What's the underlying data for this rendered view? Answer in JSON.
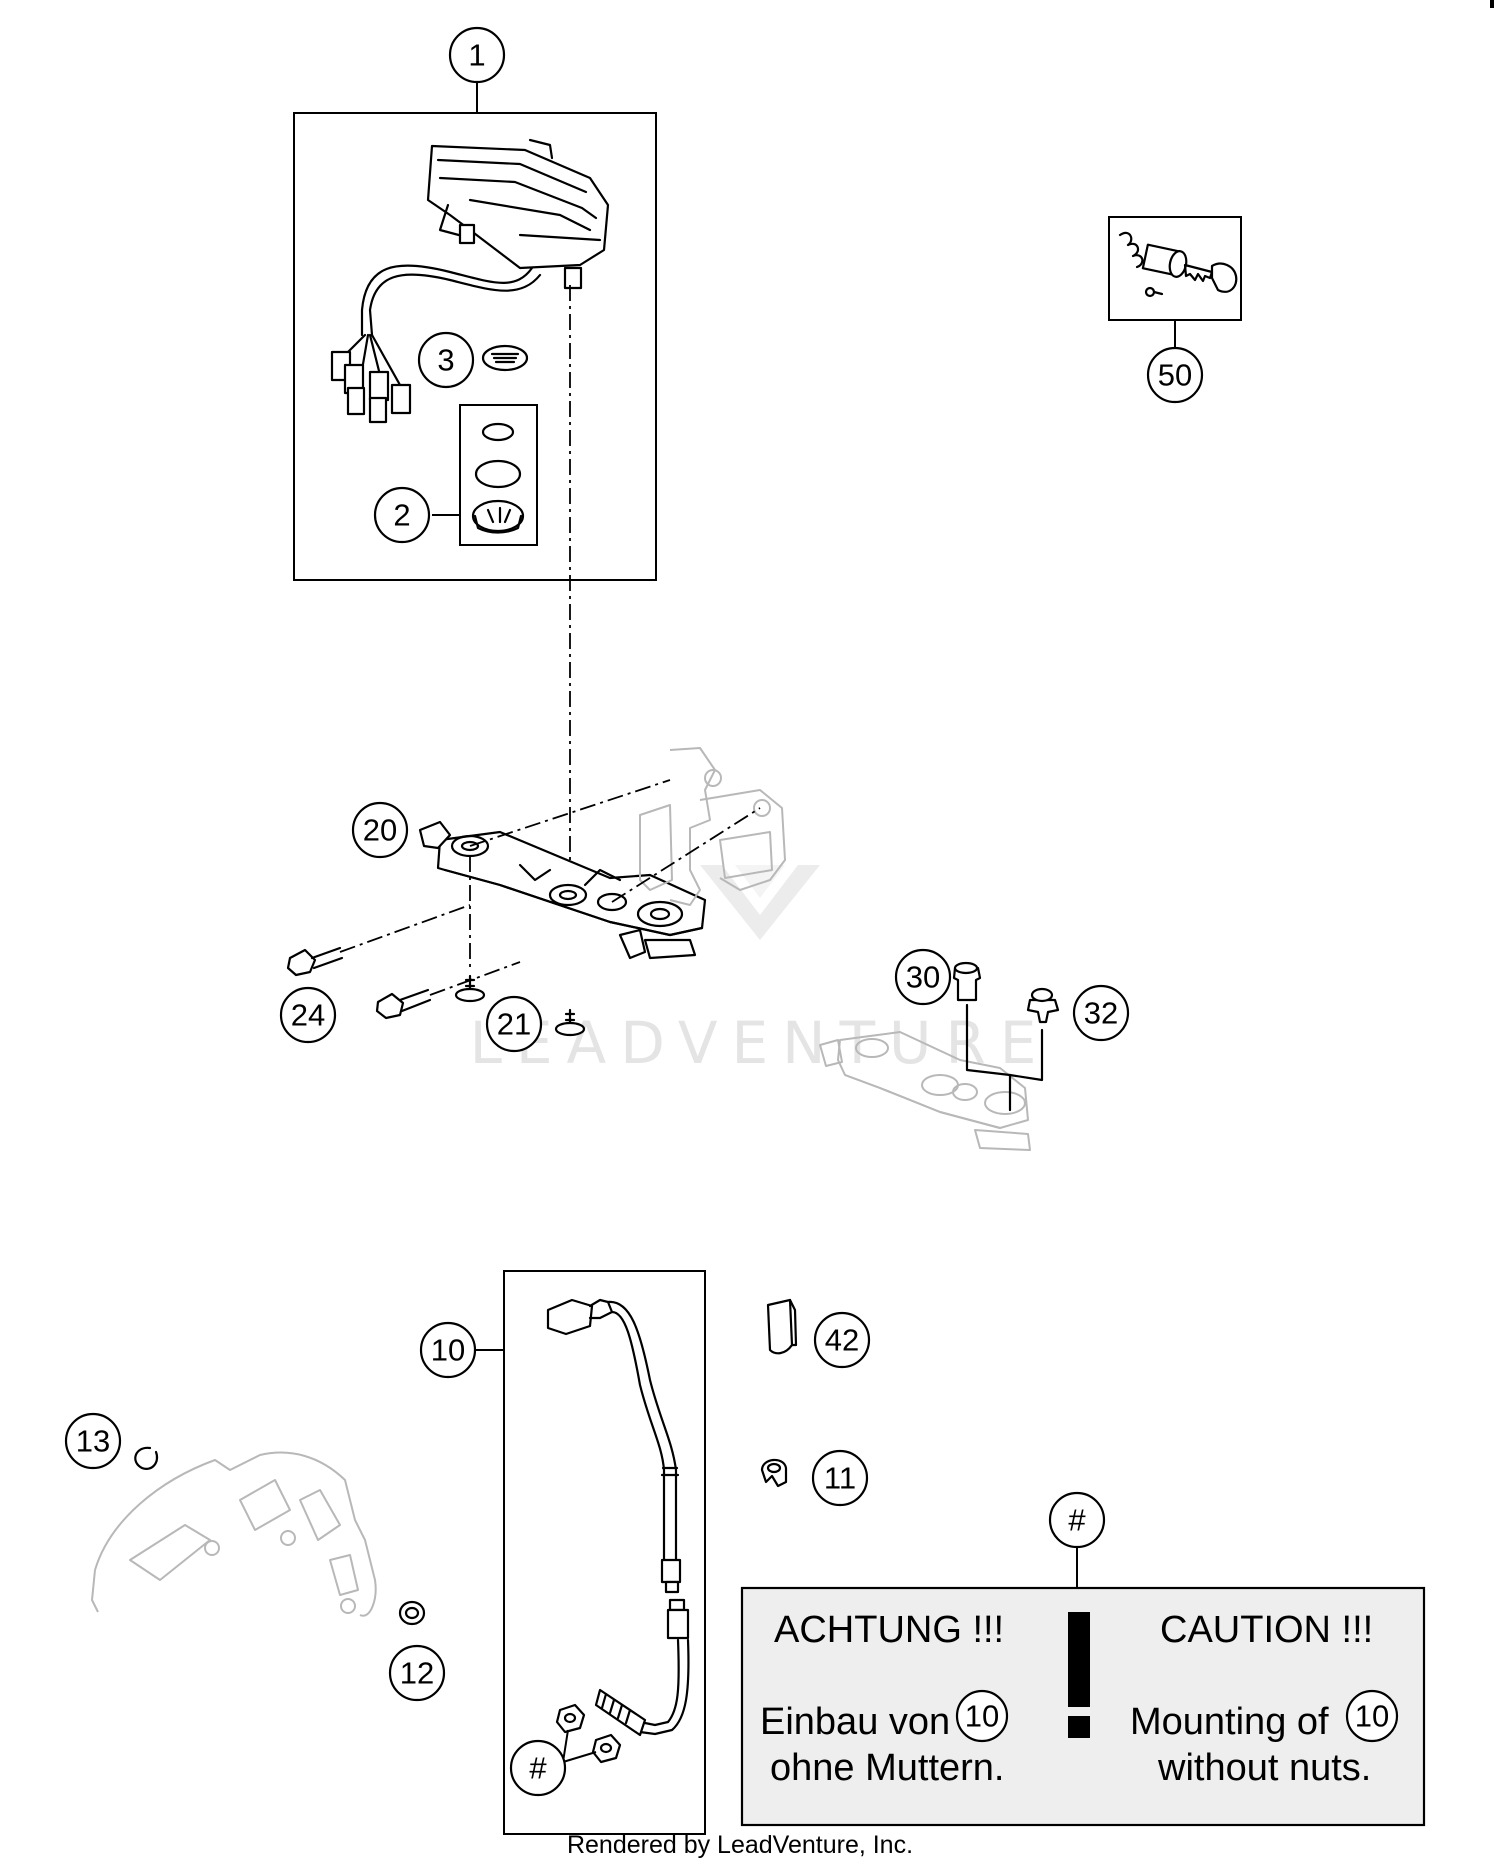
{
  "callouts": [
    {
      "label": "1"
    },
    {
      "label": "2"
    },
    {
      "label": "3"
    },
    {
      "label": "50"
    },
    {
      "label": "20"
    },
    {
      "label": "24"
    },
    {
      "label": "21"
    },
    {
      "label": "30"
    },
    {
      "label": "32"
    },
    {
      "label": "10"
    },
    {
      "label": "42"
    },
    {
      "label": "11"
    },
    {
      "label": "13"
    },
    {
      "label": "12"
    },
    {
      "label": "#"
    },
    {
      "label": "#"
    }
  ],
  "warning": {
    "title_de": "ACHTUNG !!!",
    "title_en": "CAUTION !!!",
    "line1_de": "Einbau von",
    "line2_de": "ohne Muttern.",
    "line1_en": "Mounting of",
    "line2_en": "without nuts.",
    "ref_de": "10",
    "ref_en": "10",
    "mark": "!",
    "background": "#eeeeee"
  },
  "watermark": "LEADVENTURE",
  "footer": "Rendered by LeadVenture, Inc."
}
